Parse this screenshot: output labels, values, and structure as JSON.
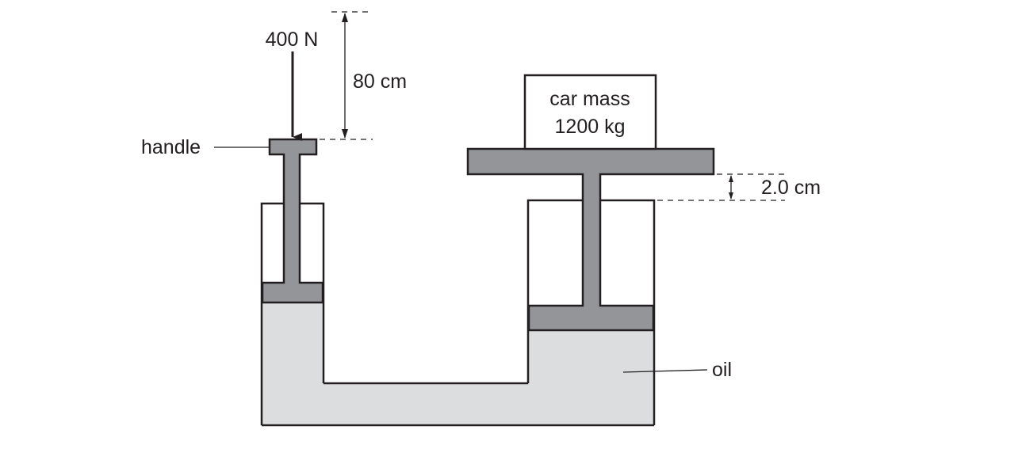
{
  "diagram": {
    "title": "Hydraulic car jack",
    "labels": {
      "force": "400 N",
      "handle": "handle",
      "handle_distance": "80 cm",
      "car_mass_line1": "car mass",
      "car_mass_line2": "1200 kg",
      "lift_distance": "2.0 cm",
      "oil": "oil"
    },
    "colors": {
      "piston": "#939598",
      "oil": "#dcdddf",
      "outline": "#231f20",
      "background": "#ffffff"
    }
  }
}
